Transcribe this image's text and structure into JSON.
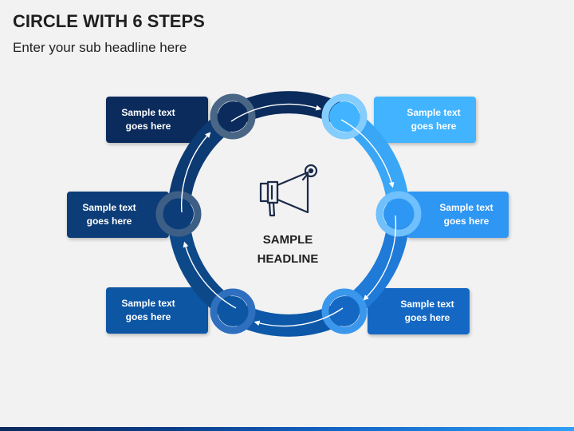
{
  "header": {
    "title": "CIRCLE WITH 6 STEPS",
    "subtitle": "Enter your sub headline here"
  },
  "center": {
    "icon": "megaphone-icon",
    "headline_line1": "SAMPLE",
    "headline_line2": "HEADLINE"
  },
  "steps": [
    {
      "label": "Sample text goes here",
      "color": "#0b2b5c"
    },
    {
      "label": "Sample text goes here",
      "color": "#42b4ff"
    },
    {
      "label": "Sample text goes here",
      "color": "#2e96f3"
    },
    {
      "label": "Sample text goes here",
      "color": "#1468c4"
    },
    {
      "label": "Sample text goes here",
      "color": "#0c56a4"
    },
    {
      "label": "Sample text goes here",
      "color": "#0d3d78"
    }
  ],
  "colors": {
    "background": "#f2f2f2",
    "ring_dark": "#0b2b5c",
    "ring_light": "#42b4ff",
    "node_rim_dark": "#4a6686",
    "node_rim_light": "#84cdfd"
  }
}
